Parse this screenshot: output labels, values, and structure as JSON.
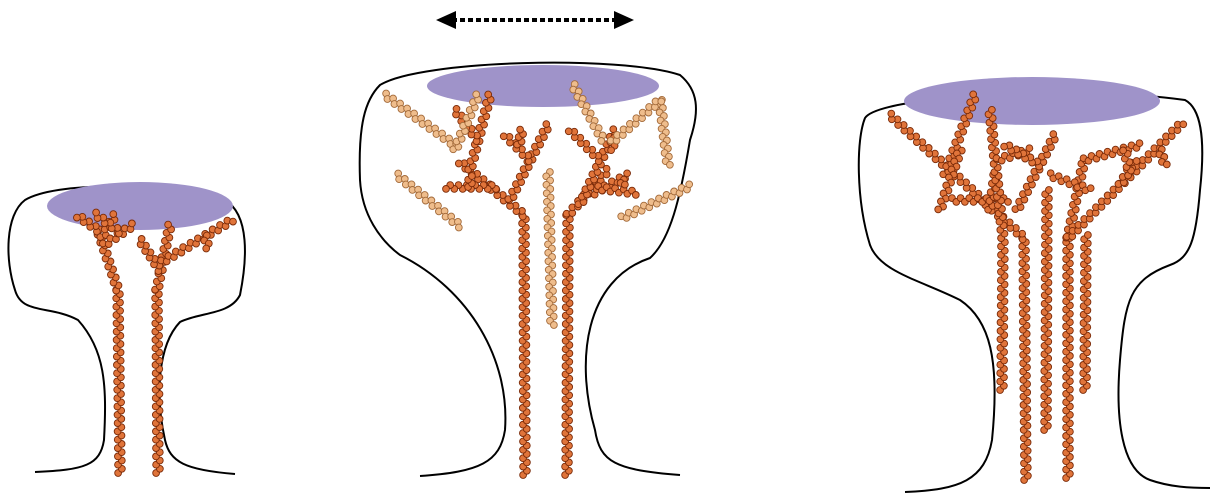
{
  "diagram": {
    "panel_count": 3,
    "panels": [
      {
        "id": "small",
        "actin_filament_count": 11,
        "has_bundled_filaments": false,
        "has_disassembling_filaments": false
      },
      {
        "id": "enlarged",
        "actin_filament_count": 17,
        "has_bundled_filaments": false,
        "has_disassembling_filaments": true,
        "has_expansion_arrow": true
      },
      {
        "id": "large",
        "actin_filament_count": 21,
        "has_bundled_filaments": true,
        "has_disassembling_filaments": false
      }
    ],
    "colors": {
      "outline": "#000000",
      "filament_fill": "#e0743a",
      "filament_stroke": "#7a2a08",
      "filament_light_fill": "#efbd8c",
      "filament_light_stroke": "#a36a3a",
      "density": "#9f93c9",
      "arrow": "#000000"
    },
    "icons": {
      "expansion_arrow": "double-headed-dashed-arrow"
    }
  }
}
